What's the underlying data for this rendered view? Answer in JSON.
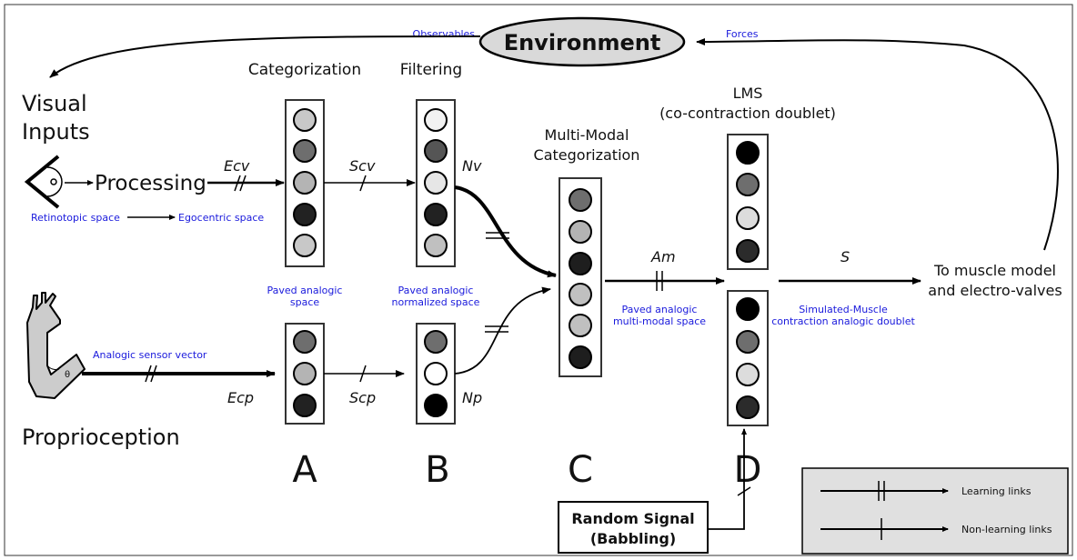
{
  "environment": {
    "label": "Environment",
    "observables": "Observables",
    "forces": "Forces"
  },
  "headers": {
    "categorization": "Categorization",
    "filtering": "Filtering",
    "multimodal_line1": "Multi-Modal",
    "multimodal_line2": "Categorization",
    "lms_line1": "LMS",
    "lms_line2": "(co-contraction doublet)"
  },
  "inputs": {
    "visual_line1": "Visual",
    "visual_line2": "Inputs",
    "processing": "Processing",
    "retinotopic": "Retinotopic space",
    "egocentric": "Egocentric space",
    "proprioception": "Proprioception",
    "analogic_sensor": "Analogic sensor vector",
    "theta": "θ"
  },
  "signals": {
    "ecv": "Ecv",
    "scv": "Scv",
    "nv": "Nv",
    "ecp": "Ecp",
    "scp": "Scp",
    "np": "Np",
    "am": "Am",
    "s": "S"
  },
  "spaces": {
    "paved_analogic_1": "Paved analogic",
    "paved_analogic_2": "space",
    "paved_norm_1": "Paved analogic",
    "paved_norm_2": "normalized space",
    "paved_mm_1": "Paved analogic",
    "paved_mm_2": "multi-modal space",
    "sim_muscle_1": "Simulated-Muscle",
    "sim_muscle_2": "contraction analogic doublet"
  },
  "output": {
    "line1": "To muscle model",
    "line2": "and electro-valves"
  },
  "letters": {
    "a": "A",
    "b": "B",
    "c": "C",
    "d": "D"
  },
  "random_signal": {
    "line1": "Random Signal",
    "line2": "(Babbling)"
  },
  "legend": {
    "learning": "Learning links",
    "non_learning": "Non-learning links"
  },
  "colors": {
    "text_blue": "#1a1adc",
    "environment_fill": "#d9d9d9",
    "legend_fill": "#e0e0e0",
    "neuron_lightest": "#f2f2f2",
    "neuron_light": "#c8c8c8",
    "neuron_mid": "#6e6e6e",
    "neuron_dark": "#2b2b2b",
    "neuron_black": "#000000"
  }
}
